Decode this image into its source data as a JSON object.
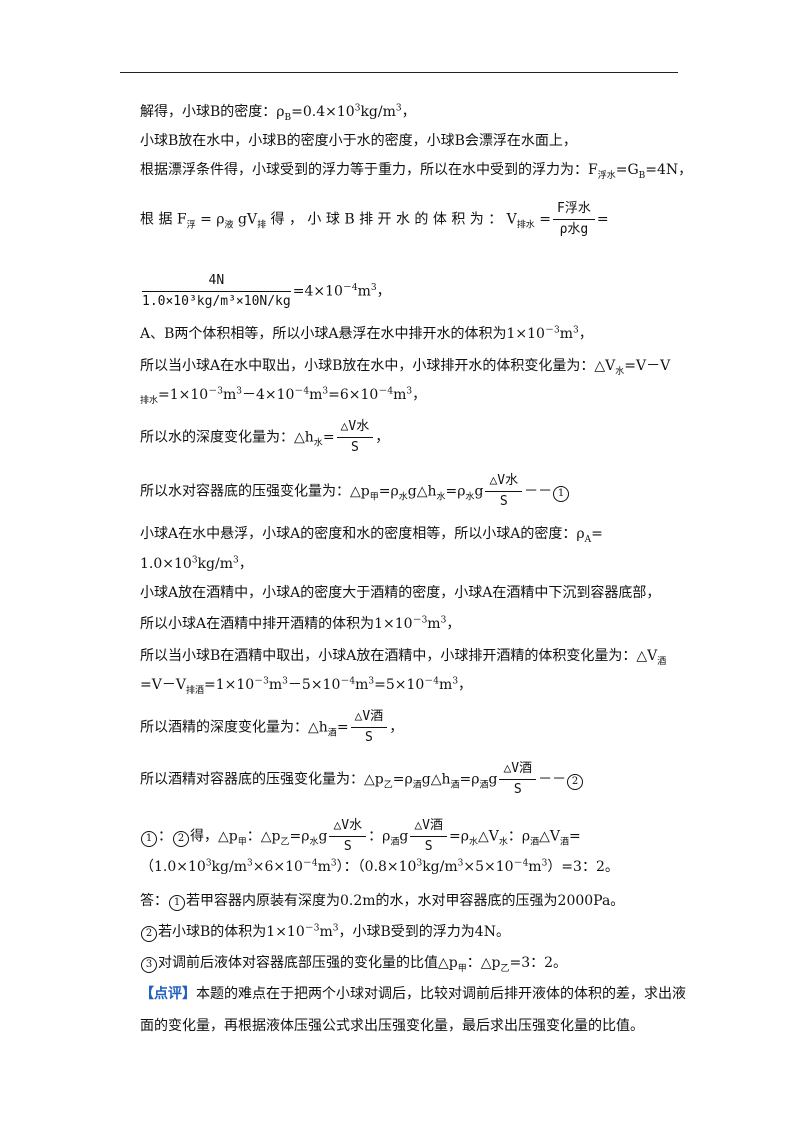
{
  "l1": "解得，小球B的密度：ρ",
  "l1_sub": "B",
  "l1_b": "=0.4×10",
  "l1_sup": "3",
  "l1_c": "kg/m",
  "l1_sup2": "3",
  "l1_d": "，",
  "l2": "小球B放在水中，小球B的密度小于水的密度，小球B会漂浮在水面上，",
  "l3a": "根据漂浮条件得，小球受到的浮力等于重力，所以在水中受到的浮力为：F",
  "l3_sub": "浮水",
  "l3b": "=G",
  "l3_sub2": "B",
  "l3c": "=4N，",
  "l4a": "根 据 F",
  "l4_sub1": "浮",
  "l4b": "= ρ",
  "l4_sub2": "液",
  "l4c": "gV",
  "l4_sub3": "排",
  "l4d": "得 ， 小 球 B 排 开 水 的 体 积 为 ： V",
  "l4_sub4": "排水",
  "l4e": "=",
  "f1_num": "F浮水",
  "f1_den": "ρ水g",
  "l4f": "=",
  "f2_num": "4N",
  "f2_den": "1.0×10³kg/m³×10N/kg",
  "l5a": "=4×10",
  "l5_sup": "－4",
  "l5b": "m",
  "l5_sup2": "3",
  "l5c": "，",
  "l6a": "A、B两个体积相等，所以小球A悬浮在水中排开水的体积为1×10",
  "l6_sup": "－3",
  "l6b": "m",
  "l6_sup2": "3",
  "l6c": "，",
  "l7a": "所以当小球A在水中取出，小球B放在水中，小球排开水的体积变化量为：△V",
  "l7_sub": "水",
  "l7b": "=V－V",
  "l8_sub": "排水",
  "l8a": "=1×10",
  "l8_sup1": "－3",
  "l8b": "m",
  "l8_sup2": "3",
  "l8c": "－4×10",
  "l8_sup3": "－4",
  "l8d": "m",
  "l8_sup4": "3",
  "l8e": "=6×10",
  "l8_sup5": "－4",
  "l8f": "m",
  "l8_sup6": "3",
  "l8g": "，",
  "l9a": "所以水的深度变化量为：△h",
  "l9_sub": "水",
  "l9b": "=",
  "f3_num": "△V水",
  "f3_den": "S",
  "l9c": "，",
  "l10a": "所以水对容器底的压强变化量为：△p",
  "l10_sub1": "甲",
  "l10b": "=ρ",
  "l10_sub2": "水",
  "l10c": "g△h",
  "l10_sub3": "水",
  "l10d": "=ρ",
  "l10_sub4": "水",
  "l10e": "g",
  "f4_num": "△V水",
  "f4_den": "S",
  "l10f": "－－",
  "circ1": "1",
  "l11": "小球A在水中悬浮，小球A的密度和水的密度相等，所以小球A的密度：ρ",
  "l11_sub": "A",
  "l11b": "=",
  "l12a": "1.0×10",
  "l12_sup": "3",
  "l12b": "kg/m",
  "l12_sup2": "3",
  "l12c": "，",
  "l13": "小球A放在酒精中，小球A的密度大于酒精的密度，小球A在酒精中下沉到容器底部，",
  "l14a": "所以小球A在酒精中排开酒精的体积为1×10",
  "l14_sup": "－3",
  "l14b": "m",
  "l14_sup2": "3",
  "l14c": "，",
  "l15a": "所以当小球B在酒精中取出，小球A放在酒精中，小球排开酒精的体积变化量为：△V",
  "l15_sub": "酒",
  "l16a": "=V－V",
  "l16_sub": "排酒",
  "l16b": "=1×10",
  "l16_sup1": "－3",
  "l16c": "m",
  "l16_sup2": "3",
  "l16d": "－5×10",
  "l16_sup3": "－4",
  "l16e": "m",
  "l16_sup4": "3",
  "l16f": "=5×10",
  "l16_sup5": "－4",
  "l16g": "m",
  "l16_sup6": "3",
  "l16h": "，",
  "l17a": "所以酒精的深度变化量为：△h",
  "l17_sub": "酒",
  "l17b": "=",
  "f5_num": "△V酒",
  "f5_den": "S",
  "l17c": "，",
  "l18a": "所以酒精对容器底的压强变化量为：△p",
  "l18_sub1": "乙",
  "l18b": "=ρ",
  "l18_sub2": "酒",
  "l18c": "g△h",
  "l18_sub3": "酒",
  "l18d": "=ρ",
  "l18_sub4": "酒",
  "l18e": "g",
  "f6_num": "△V酒",
  "f6_den": "S",
  "l18f": "－－",
  "circ2": "2",
  "l19_c1": "1",
  "l19a": "：",
  "l19_c2": "2",
  "l19b": "得，△p",
  "l19_sub1": "甲",
  "l19c": "：△p",
  "l19_sub2": "乙",
  "l19d": "=ρ",
  "l19_sub3": "水",
  "l19e": "g",
  "f7_num": "△V水",
  "f7_den": "S",
  "l19f": "：ρ",
  "l19_sub4": "酒",
  "l19g": "g",
  "f8_num": "△V酒",
  "f8_den": "S",
  "l19h": "=ρ",
  "l19_sub5": "水",
  "l19i": "△V",
  "l19_sub6": "水",
  "l19j": "：ρ",
  "l19_sub7": "酒",
  "l19k": "△V",
  "l19_sub8": "酒",
  "l19l": "=",
  "l20a": "（1.0×10",
  "l20_sup1": "3",
  "l20b": "kg/m",
  "l20_sup2": "3",
  "l20c": "×6×10",
  "l20_sup3": "－4",
  "l20d": "m",
  "l20_sup4": "3",
  "l20e": "）：（0.8×10",
  "l20_sup5": "3",
  "l20f": "kg/m",
  "l20_sup6": "3",
  "l20g": "×5×10",
  "l20_sup7": "－4",
  "l20h": "m",
  "l20_sup8": "3",
  "l20i": "）=3：2。",
  "l21": "答：",
  "l21_c": "1",
  "l21b": "若甲容器内原装有深度为0.2m的水，水对甲容器底的压强为2000Pa。",
  "l22_c": "2",
  "l22a": "若小球B的体积为1×10",
  "l22_sup": "－3",
  "l22b": "m",
  "l22_sup2": "3",
  "l22c": "，小球B受到的浮力为4N。",
  "l23_c": "3",
  "l23a": "对调前后液体对容器底部压强的变化量的比值△p",
  "l23_sub1": "甲",
  "l23b": "：△p",
  "l23_sub2": "乙",
  "l23c": "=3：2。",
  "l24_tag": "【点评】",
  "l24": "本题的难点在于把两个小球对调后，比较对调前后排开液体的体积的差，求出液",
  "l25": "面的变化量，再根据液体压强公式求出压强变化量，最后求出压强变化量的比值。"
}
